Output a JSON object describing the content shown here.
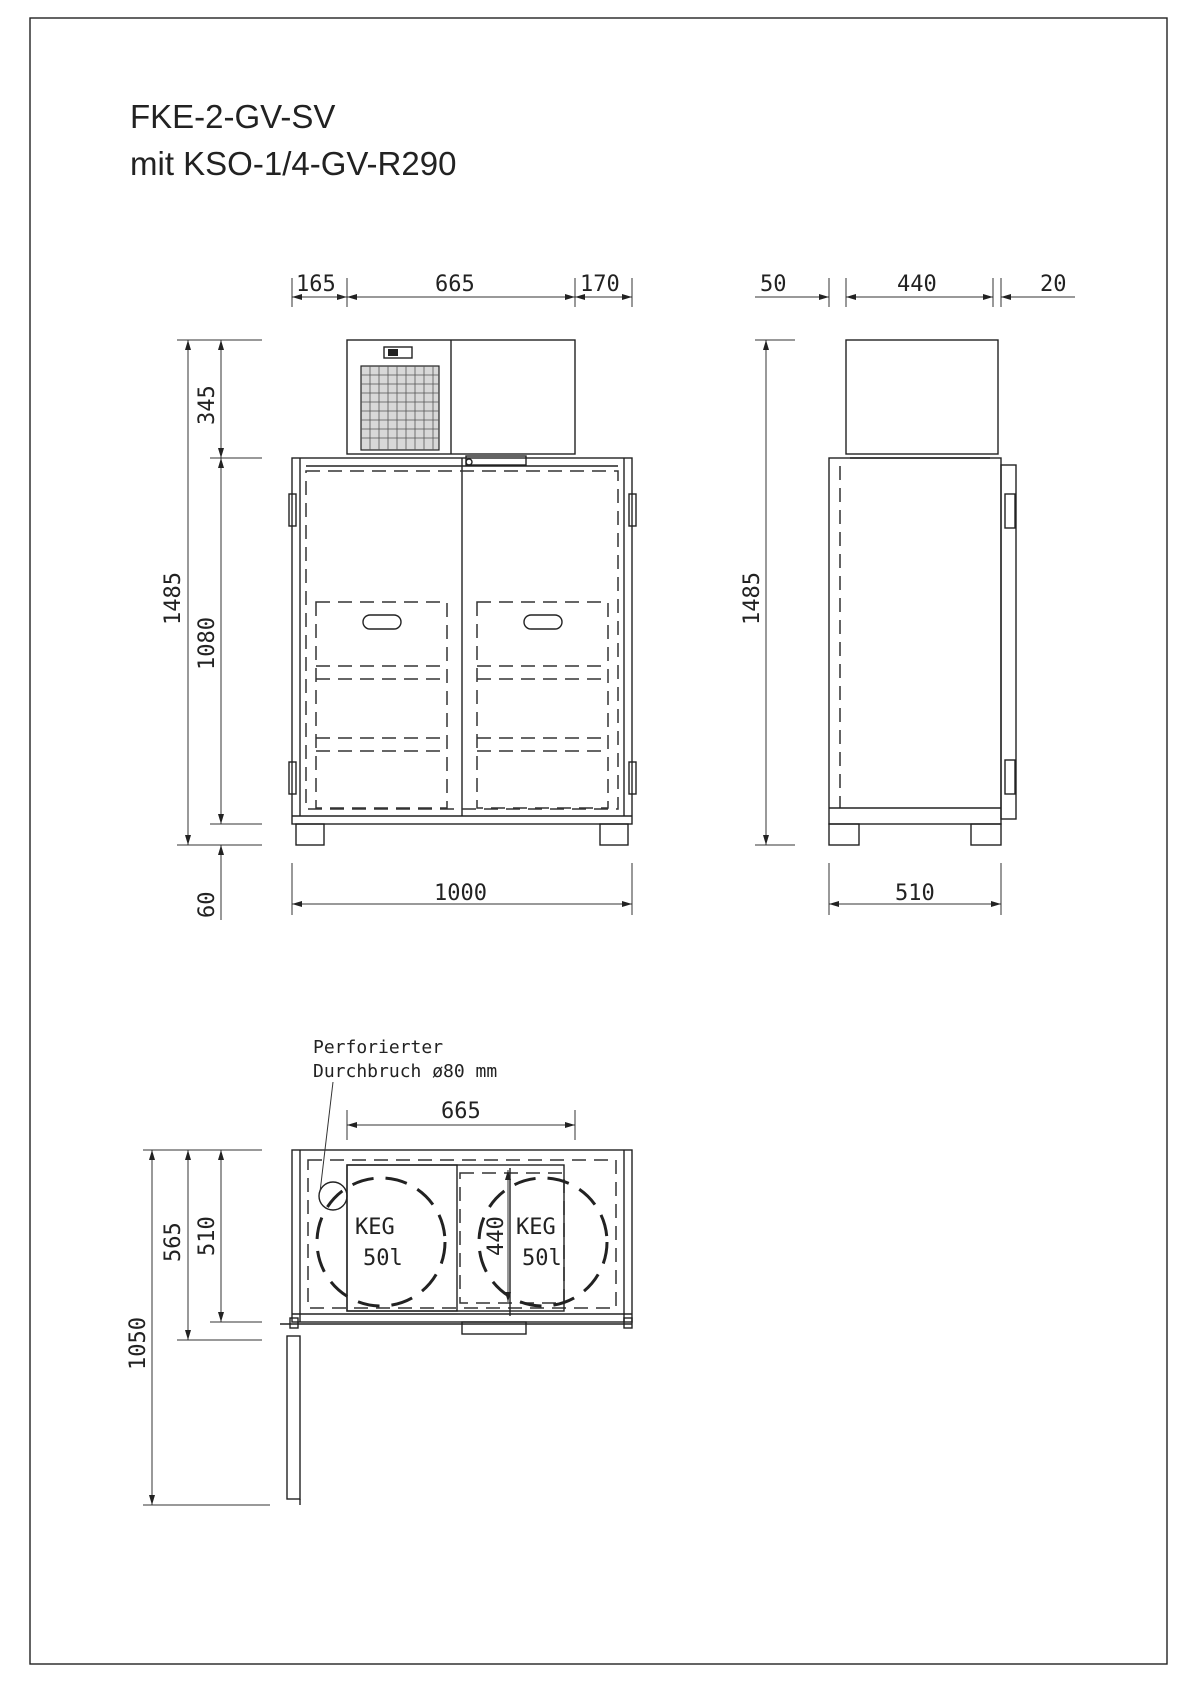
{
  "title": {
    "line1": "FKE-2-GV-SV",
    "line2": "mit KSO-1/4-GV-R290"
  },
  "front_view": {
    "top_dims": [
      "165",
      "665",
      "170"
    ],
    "left_dims": [
      "345",
      "1485",
      "1080",
      "60"
    ],
    "bottom_dim": "1000"
  },
  "side_view": {
    "top_dims": [
      "50",
      "440",
      "20"
    ],
    "left_dim": "1485",
    "bottom_dim": "510"
  },
  "plan_view": {
    "note_line1": "Perforierter",
    "note_line2": "Durchbruch ø80 mm",
    "top_dim": "665",
    "left_dims": [
      "1050",
      "565",
      "510"
    ],
    "inner_dim": "440",
    "keg_left": [
      "KEG",
      "50l"
    ],
    "keg_right": [
      "KEG",
      "50l"
    ]
  }
}
